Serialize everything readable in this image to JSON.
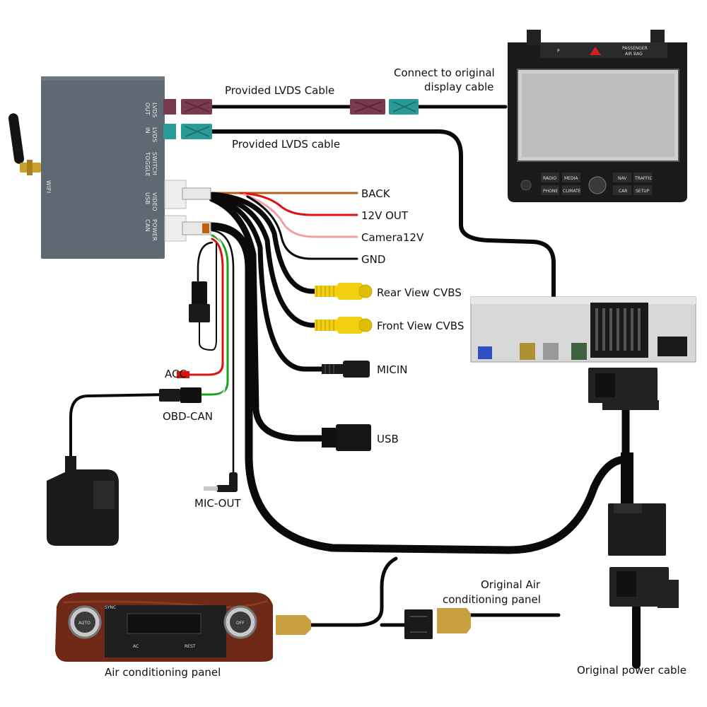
{
  "module": {
    "wifi_label": "WIFI",
    "ports": {
      "out_lvds": [
        "OUT",
        "LVDS"
      ],
      "in_lvds": [
        "IN",
        "LVDS"
      ],
      "toggle_switch": [
        "TOGGLE",
        "SWITCH"
      ],
      "usb_video": [
        "USB",
        "VIDEO"
      ],
      "can_power": [
        "CAN",
        "POWER"
      ]
    }
  },
  "head_unit": {
    "top_buttons": [
      "P",
      "PASSENGER",
      "AIR BAG"
    ],
    "bottom_buttons": [
      "RADIO",
      "MEDIA",
      "NAV",
      "TRAFFIC",
      "PHONE",
      "CLIMATE",
      "CAR",
      "SETUP"
    ]
  },
  "climate_panel": {
    "buttons": [
      "SYNC",
      "AUTO",
      "OFF",
      "AC",
      "REST"
    ]
  },
  "labels": {
    "provided_lvds_cable_top": "Provided LVDS Cable",
    "provided_lvds_cable_bottom": "Provided LVDS cable",
    "connect_original_line1": "Connect to original",
    "connect_original_line2": "display cable",
    "back": "BACK",
    "out_12v": "12V OUT",
    "camera_12v": "Camera12V",
    "gnd": "GND",
    "rear_view": "Rear View CVBS",
    "front_view": "Front View CVBS",
    "micin": "MICIN",
    "usb": "USB",
    "acc": "ACC",
    "obd_can": "OBD-CAN",
    "mic_out": "MIC-OUT",
    "original_air_line1": "Original  Air",
    "original_air_line2": "conditioning panel",
    "air_panel": "Air conditioning panel",
    "original_power": "Original power cable"
  },
  "colors": {
    "module_body": "#5f6973",
    "cable": "#0a0a0a",
    "back_wire": "#b0601a",
    "red_wire": "#e01010",
    "pink_wire": "#f0a0a0",
    "green_wire": "#1aa01a",
    "rca_yellow": "#f2cf10",
    "lvds_out": "#7a3a4e",
    "lvds_in": "#2a9a96",
    "ac_connector": "#c8a040",
    "wood": "#6e2a16"
  }
}
